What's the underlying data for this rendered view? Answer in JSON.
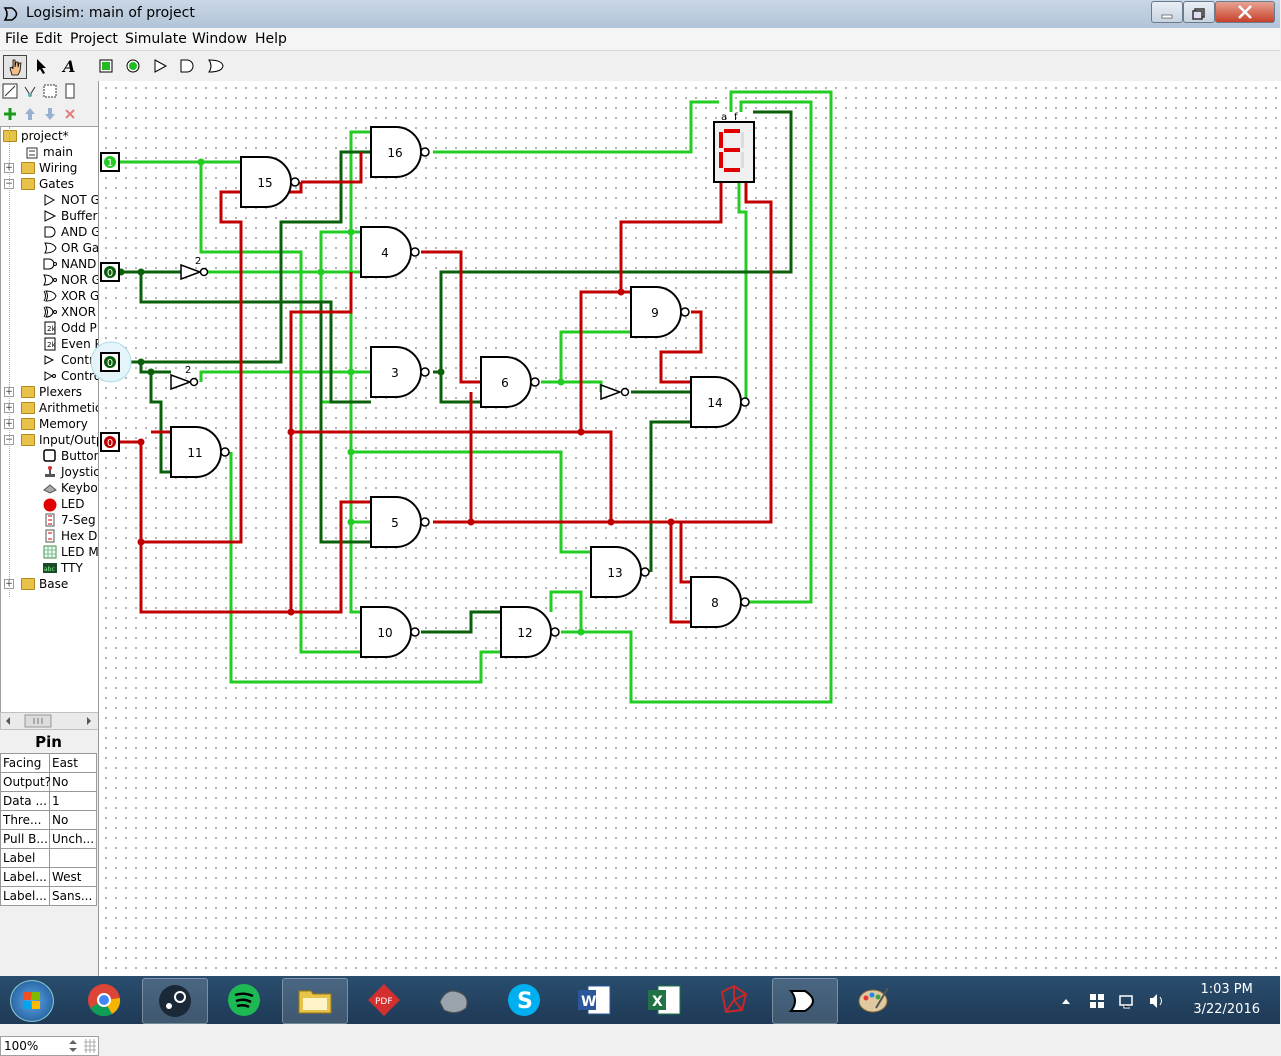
{
  "window": {
    "title": "Logisim: main of project"
  },
  "menu": [
    "File",
    "Edit",
    "Project",
    "Simulate",
    "Window",
    "Help"
  ],
  "toolbar": {
    "tools": [
      "poke-tool",
      "select-tool",
      "text-tool",
      "input-pin",
      "output-pin",
      "not-gate",
      "and-gate",
      "or-gate"
    ]
  },
  "explorer": {
    "project": "project*",
    "circuit": "main",
    "libraries": [
      {
        "name": "Wiring",
        "expanded": false
      },
      {
        "name": "Gates",
        "expanded": true,
        "items": [
          "NOT Gate",
          "Buffer",
          "AND Gate",
          "OR Gate",
          "NAND Gate",
          "NOR Gate",
          "XOR Gate",
          "XNOR Gate",
          "Odd Parity",
          "Even Parity",
          "Controlled Buffer",
          "Controlled Inverter"
        ]
      },
      {
        "name": "Plexers",
        "expanded": false
      },
      {
        "name": "Arithmetic",
        "expanded": false
      },
      {
        "name": "Memory",
        "expanded": false
      },
      {
        "name": "Input/Output",
        "expanded": true,
        "items": [
          "Button",
          "Joystick",
          "Keyboard",
          "LED",
          "7-Segment Display",
          "Hex Digit Display",
          "LED Matrix",
          "TTY"
        ]
      },
      {
        "name": "Base",
        "expanded": false
      }
    ]
  },
  "tree_labels": {
    "wiring": "Wiring",
    "gates": "Gates",
    "g1": "NOT G",
    "g2": "Buffer",
    "g3": "AND G",
    "g4": "OR Ga",
    "g5": "NAND",
    "g6": "NOR G",
    "g7": "XOR G",
    "g8": "XNOR",
    "g9": "Odd P",
    "g10": "Even P",
    "g11": "Contro",
    "g12": "Contro",
    "plexers": "Plexers",
    "arith": "Arithmetic",
    "memory": "Memory",
    "io": "Input/Outp",
    "i1": "Button",
    "i2": "Joystic",
    "i3": "Keybo",
    "i4": "LED",
    "i5": "7-Seg",
    "i6": "Hex D",
    "i7": "LED M",
    "i8": "TTY",
    "base": "Base"
  },
  "attributes": {
    "title": "Pin",
    "rows": [
      {
        "k": "Facing",
        "v": "East"
      },
      {
        "k": "Output?",
        "v": "No"
      },
      {
        "k": "Data ...",
        "v": "1"
      },
      {
        "k": "Thre...",
        "v": "No"
      },
      {
        "k": "Pull B...",
        "v": "Unch..."
      },
      {
        "k": "Label",
        "v": ""
      },
      {
        "k": "Label...",
        "v": "West"
      },
      {
        "k": "Label...",
        "v": "Sans..."
      }
    ]
  },
  "zoom": "100%",
  "circuit": {
    "input_pins": [
      "1",
      "0",
      "0",
      "0"
    ],
    "gate_labels": [
      "15",
      "16",
      "4",
      "3",
      "6",
      "9",
      "14",
      "11",
      "5",
      "13",
      "8",
      "10",
      "12"
    ],
    "not_gate_widths": [
      "2",
      "2"
    ],
    "display_labels": [
      "a",
      "f"
    ],
    "colors": {
      "wire_on": "#22cc22",
      "wire_off": "#0a5f0a",
      "wire_error": "#c00000",
      "segment_on": "#e00000"
    }
  },
  "taskbar": {
    "apps": [
      "chrome",
      "steam",
      "spotify",
      "file-explorer",
      "pdf",
      "logisim-gallery",
      "skype",
      "word",
      "excel",
      "graph-app",
      "logisim",
      "paint"
    ],
    "time": "1:03 PM",
    "date": "3/22/2016"
  }
}
